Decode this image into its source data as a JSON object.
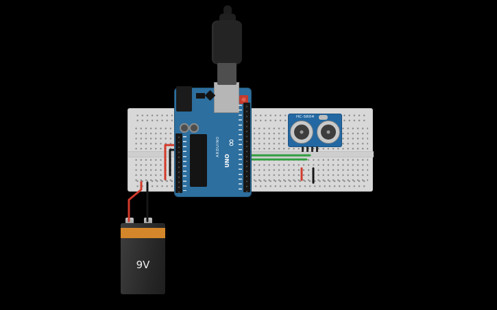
{
  "canvas": {
    "background_color": "#000000"
  },
  "breadboard": {
    "body_color": "#d8d8d8",
    "hole_color": "#8f8f8f"
  },
  "arduino": {
    "board_color": "#2d6f9f",
    "brand_label": "ARDUINO",
    "model_label": "UNO",
    "logo_glyph": "∞"
  },
  "usb_cable": {
    "plug_color": "#242424",
    "shield_color": "#4e4e4e",
    "socket_color": "#b6b6b6"
  },
  "ultrasonic_sensor": {
    "label": "HC-SR04",
    "board_color": "#2368a2"
  },
  "battery": {
    "label": "9V",
    "body_color": "#2e2e2e",
    "band_color": "#d4872a"
  },
  "wires": {
    "red": "#d33a2a",
    "black": "#161616",
    "green": "#2f9e3e"
  }
}
